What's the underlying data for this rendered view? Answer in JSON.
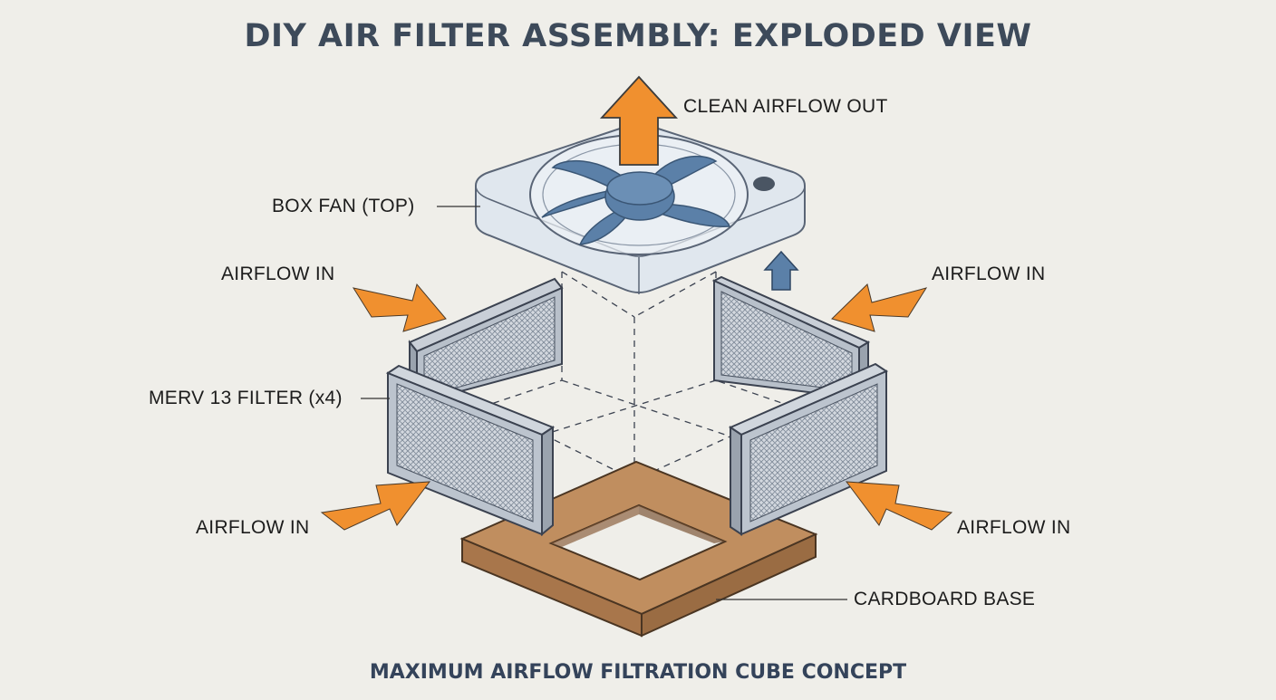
{
  "title": "DIY AIR FILTER ASSEMBLY: EXPLODED VIEW",
  "subtitle": "MAXIMUM AIRFLOW FILTRATION CUBE CONCEPT",
  "labels": {
    "clean_airflow_out": "CLEAN AIRFLOW OUT",
    "box_fan": "BOX FAN (TOP)",
    "airflow_in_top_left": "AIRFLOW IN",
    "airflow_in_top_right": "AIRFLOW IN",
    "merv_filter": "MERV 13 FILTER (x4)",
    "airflow_in_bottom_left": "AIRFLOW IN",
    "airflow_in_bottom_right": "AIRFLOW IN",
    "cardboard_base": "CARDBOARD BASE"
  },
  "colors": {
    "background": "#efeee9",
    "airflow_arrow": "#f0902f",
    "fan_blade": "#5a7fa8",
    "fan_housing": "#dfe7ef",
    "filter_frame": "#b9c0c9",
    "filter_mesh": "#d8dce2",
    "cardboard": "#b98a5e",
    "title_text": "#3d4a5a"
  },
  "icons": {
    "fan": "fan-icon",
    "filter": "filter-panel-icon",
    "arrow": "orange-arrow-icon"
  }
}
